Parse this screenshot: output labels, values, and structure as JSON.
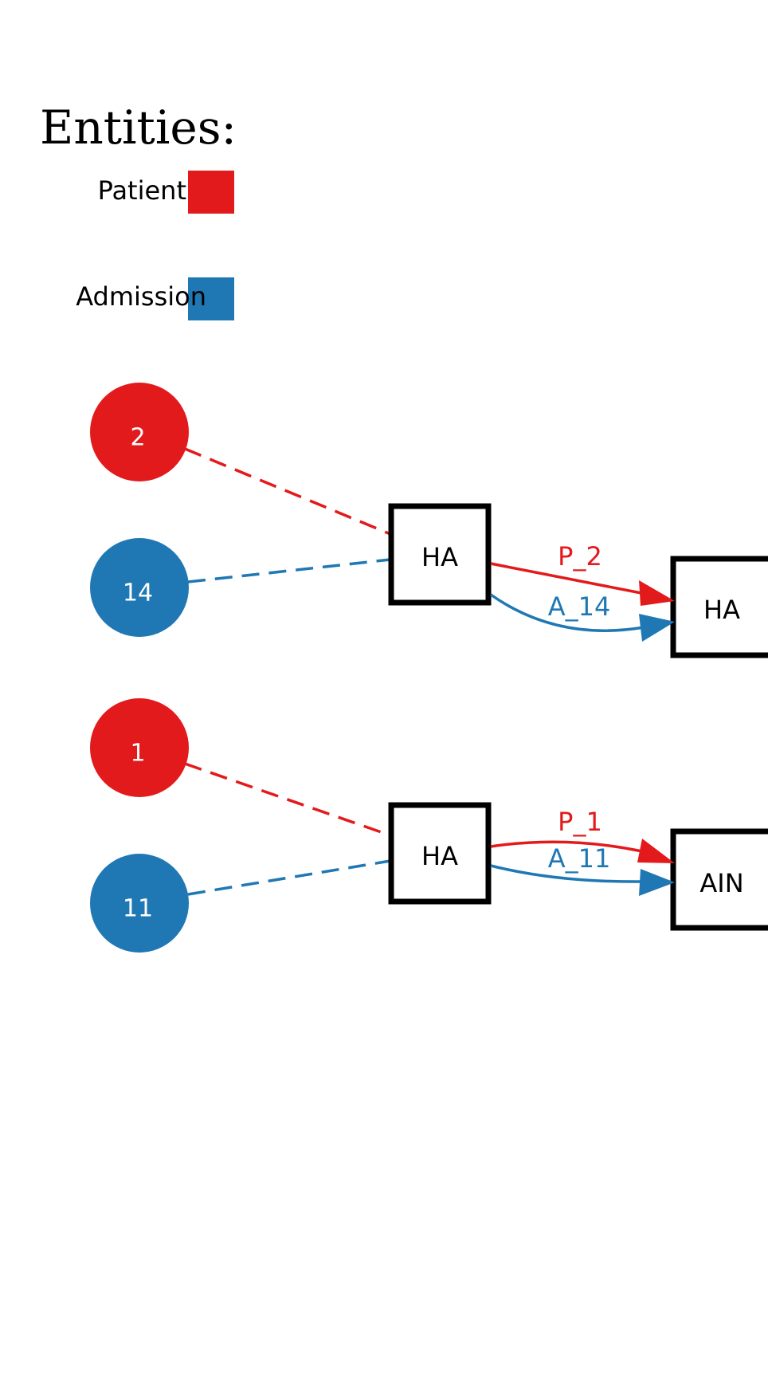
{
  "legend": {
    "title": "Entities:",
    "items": [
      {
        "label": "Patient",
        "color": "#e31a1c"
      },
      {
        "label": "Admission",
        "color": "#1f78b4"
      }
    ]
  },
  "colors": {
    "patient": "#e31a1c",
    "admission": "#1f78b4",
    "box_stroke": "#000000"
  },
  "entities": [
    {
      "id": "2",
      "type": "patient"
    },
    {
      "id": "14",
      "type": "admission"
    },
    {
      "id": "1",
      "type": "patient"
    },
    {
      "id": "11",
      "type": "admission"
    }
  ],
  "activities": [
    {
      "label": "HA"
    },
    {
      "label": "HA"
    },
    {
      "label": "HA"
    },
    {
      "label": "AIN"
    }
  ],
  "edges": [
    {
      "label": "P_2",
      "type": "patient"
    },
    {
      "label": "A_14",
      "type": "admission"
    },
    {
      "label": "P_1",
      "type": "patient"
    },
    {
      "label": "A_11",
      "type": "admission"
    }
  ]
}
